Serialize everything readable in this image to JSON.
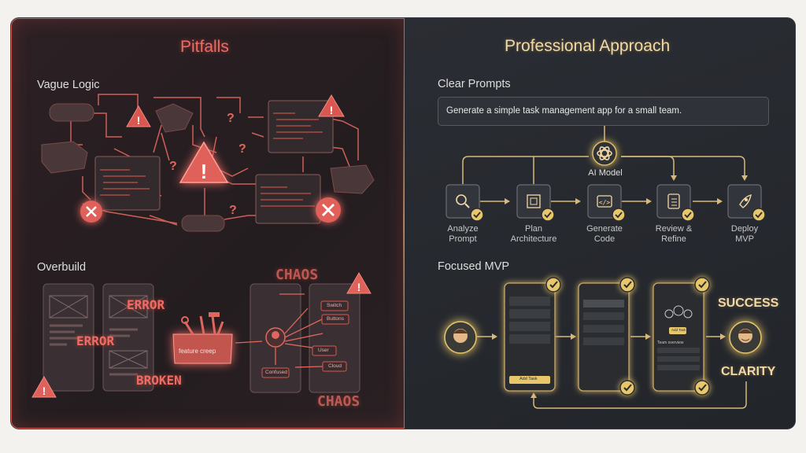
{
  "left": {
    "title": "Pitfalls",
    "vague_logic": "Vague Logic",
    "overbuild": "Overbuild",
    "words": {
      "error_top": "ERROR",
      "error_left": "ERROR",
      "broken": "BROKEN",
      "chaos_top": "CHAOS",
      "chaos_bottom": "CHAOS",
      "feature_creep": "feature creep",
      "confused": "Confused",
      "switch": "Switch",
      "buttons": "Buttons",
      "user": "User",
      "cloud": "Cloud"
    }
  },
  "right": {
    "title": "Professional Approach",
    "clear_prompts": "Clear Prompts",
    "prompt_text": "Generate a simple task management app for a small team.",
    "ai_model": "AI Model",
    "steps": [
      {
        "line1": "Analyze",
        "line2": "Prompt",
        "icon": "magnifier-icon"
      },
      {
        "line1": "Plan",
        "line2": "Architecture",
        "icon": "blueprint-icon"
      },
      {
        "line1": "Generate",
        "line2": "Code",
        "icon": "code-window-icon"
      },
      {
        "line1": "Review &",
        "line2": "Refine",
        "icon": "clipboard-checklist-icon"
      },
      {
        "line1": "Deploy",
        "line2": "MVP",
        "icon": "rocket-icon"
      }
    ],
    "focused_mvp": "Focused MVP",
    "success": "SUCCESS",
    "clarity": "CLARITY",
    "add_task": "Add Task",
    "team_overview": "Team overview"
  },
  "colors": {
    "pitfall": "#f06b62",
    "professional": "#f3d9a6",
    "check": "#e8c66a"
  }
}
